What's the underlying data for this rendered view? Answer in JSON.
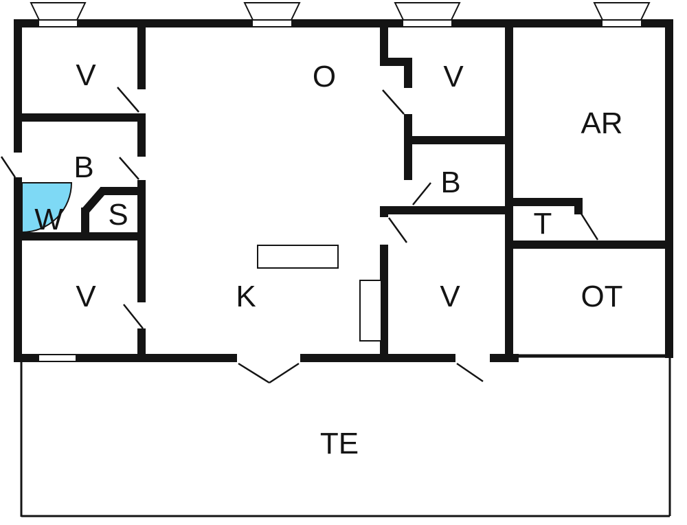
{
  "diagram_type": "floor-plan",
  "rooms": {
    "v_top_left": {
      "label": "V"
    },
    "o": {
      "label": "O"
    },
    "v_top_right": {
      "label": "V"
    },
    "ar": {
      "label": "AR"
    },
    "b_left": {
      "label": "B"
    },
    "w": {
      "label": "W"
    },
    "s": {
      "label": "S"
    },
    "b_right": {
      "label": "B"
    },
    "t": {
      "label": "T"
    },
    "k": {
      "label": "K"
    },
    "v_bottom_left": {
      "label": "V"
    },
    "v_bottom_right": {
      "label": "V"
    },
    "ot": {
      "label": "OT"
    },
    "te": {
      "label": "TE"
    }
  },
  "colors": {
    "wall": "#141414",
    "shower_fill": "#7ed9f5",
    "background": "#ffffff"
  }
}
